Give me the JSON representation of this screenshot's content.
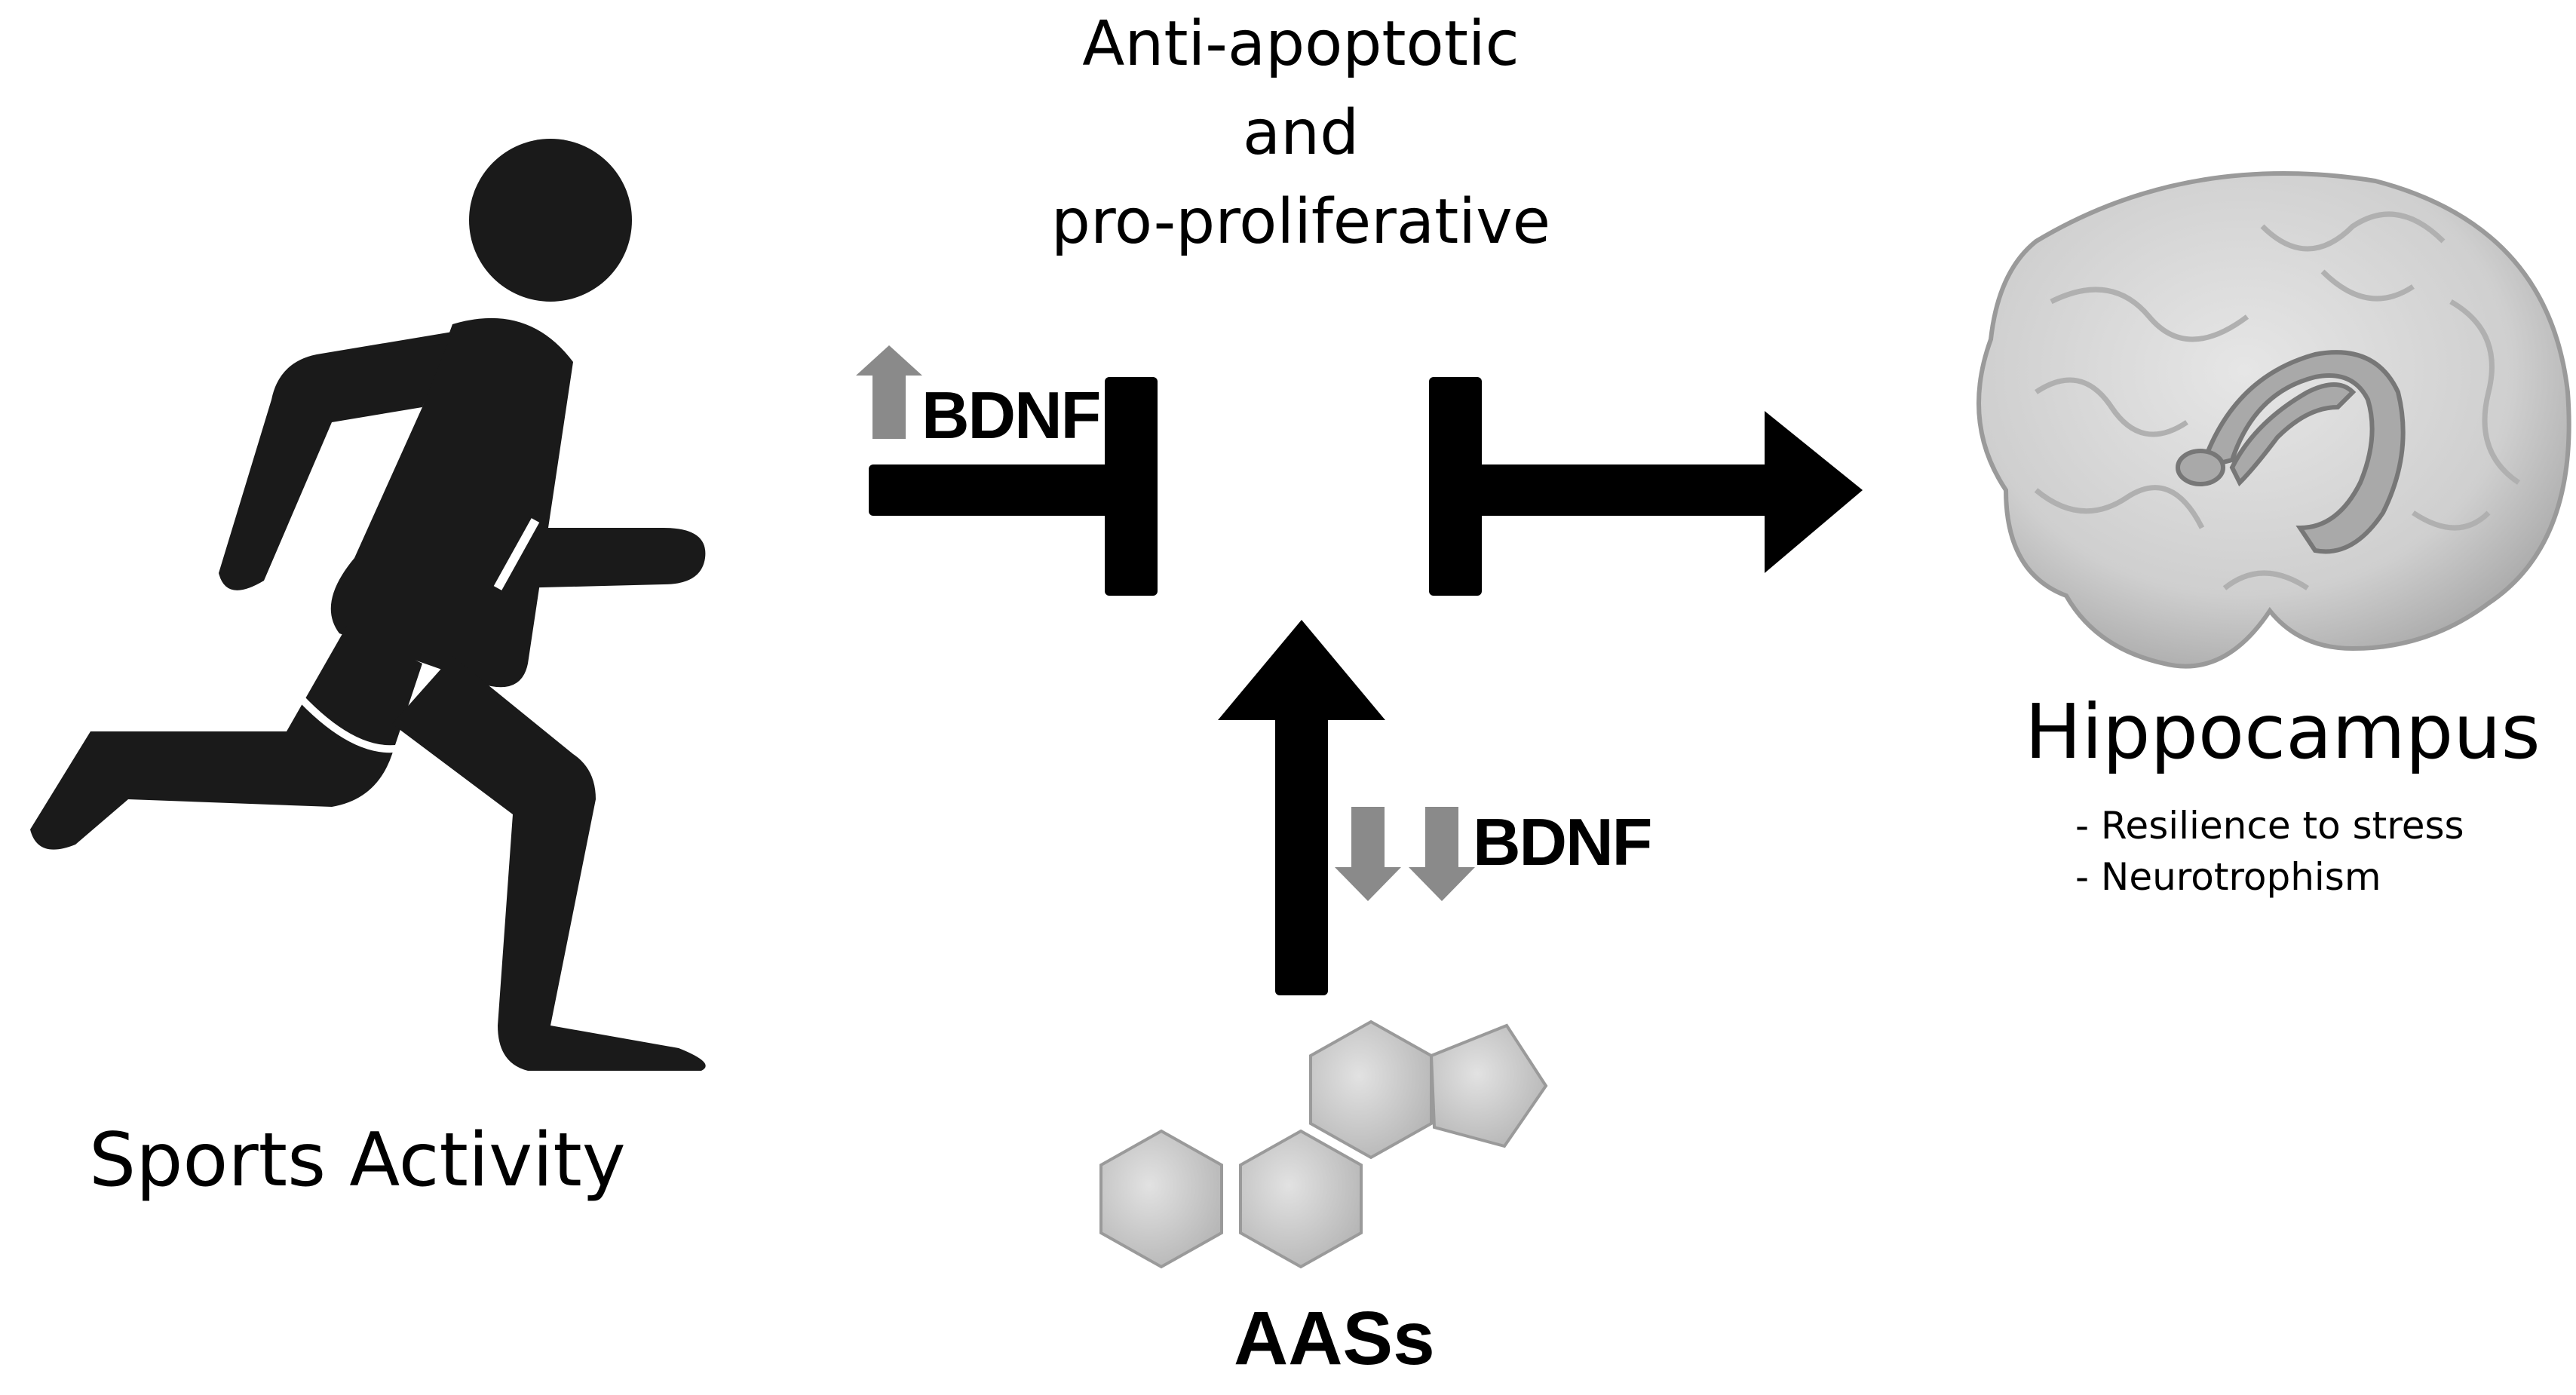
{
  "mechanism_label": [
    "Anti-apoptotic",
    "and",
    "pro-proliferative"
  ],
  "sports": {
    "label": "Sports Activity",
    "icon": "runner-icon"
  },
  "bdnf_upper": {
    "label": "BDNF",
    "direction": "up"
  },
  "bdnf_lower": {
    "label": "BDNF",
    "direction": "down"
  },
  "aass": {
    "label": "AASs",
    "icon": "molecule-cluster-icon"
  },
  "hippocampus": {
    "title": "Hippocampus",
    "bullets": [
      "- Resilience to stress",
      "- Neurotrophism"
    ],
    "icon": "brain-icon"
  },
  "colors": {
    "arrow": "#000000",
    "bdnf_arrow": "#8a8a8a",
    "molecule": "#c9c9c9",
    "brain": "#d4d4d4"
  }
}
